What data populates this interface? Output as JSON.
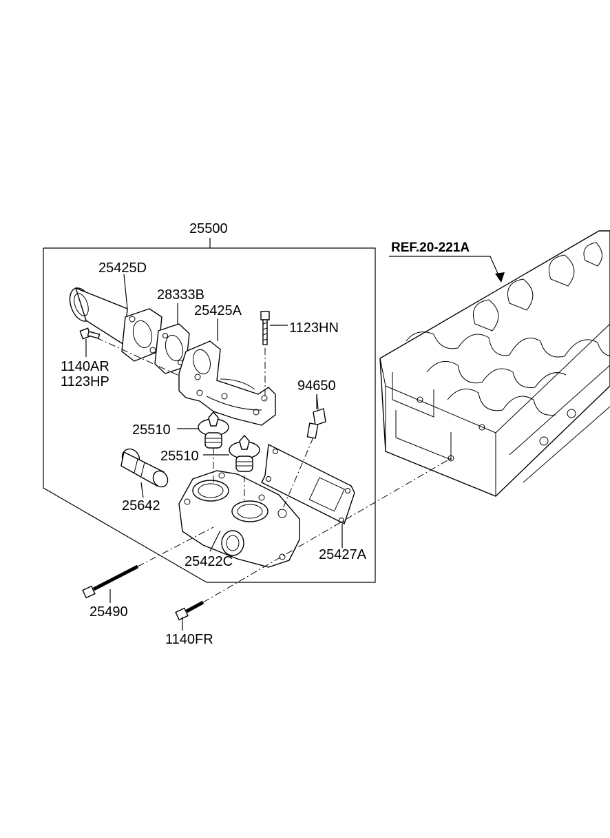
{
  "diagram": {
    "assembly_label": "25500",
    "reference_label": "REF.20-221A",
    "parts": {
      "p25425D": "25425D",
      "p28333B": "28333B",
      "p25425A": "25425A",
      "p1123HN": "1123HN",
      "p1140AR": "1140AR",
      "p1123HP": "1123HP",
      "p94650": "94650",
      "p25510a": "25510",
      "p25510b": "25510",
      "p25642": "25642",
      "p25422C": "25422C",
      "p25427A": "25427A",
      "p25490": "25490",
      "p1140FR": "1140FR"
    }
  }
}
